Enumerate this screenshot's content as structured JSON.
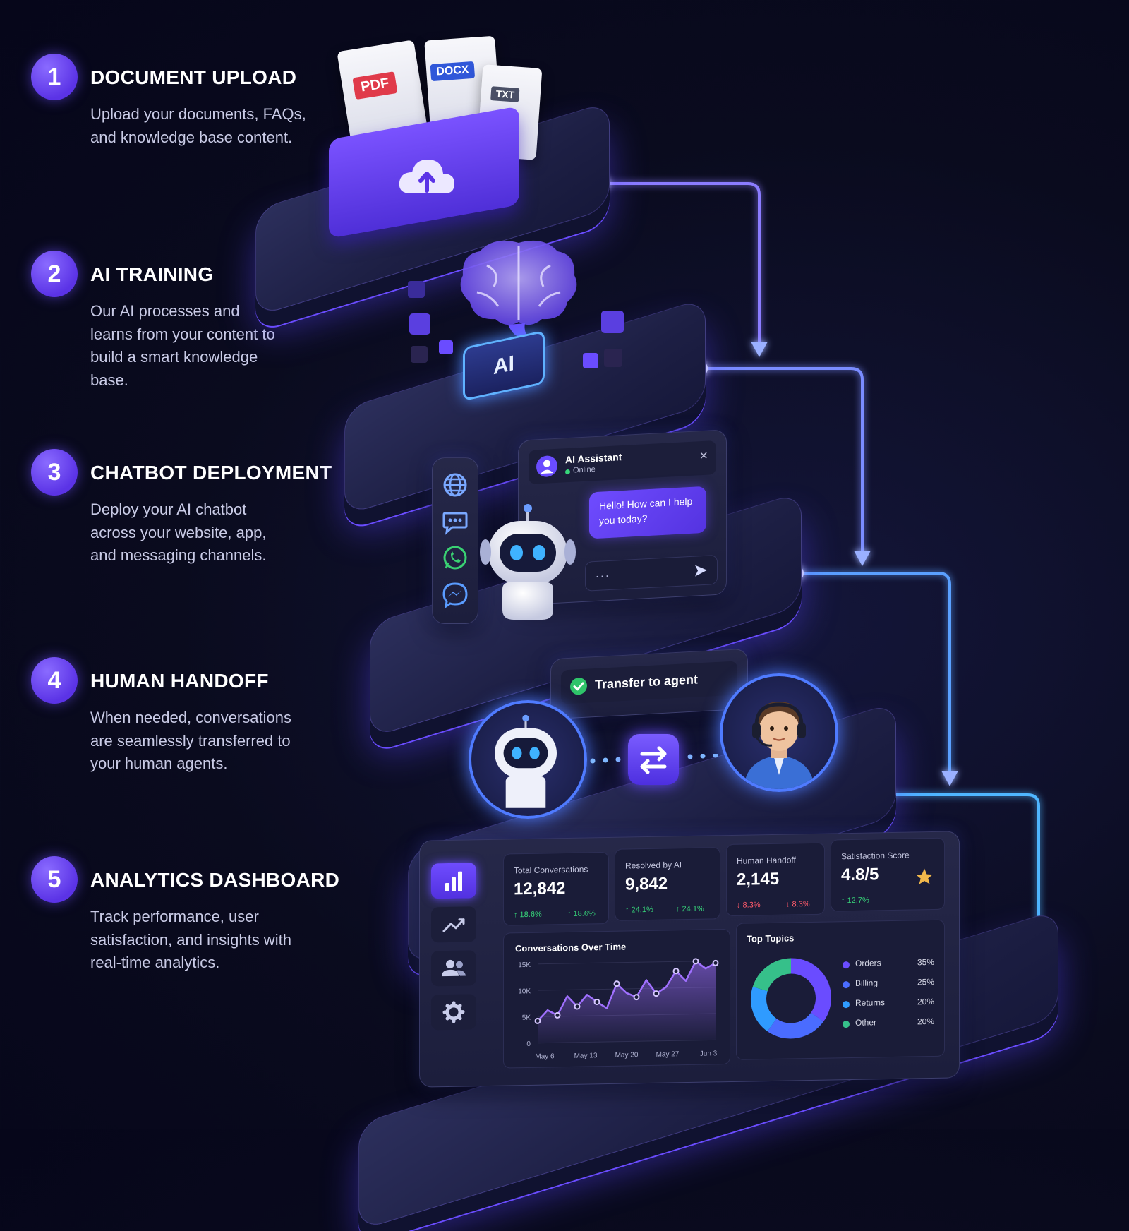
{
  "steps": [
    {
      "num": "1",
      "title": "DOCUMENT UPLOAD",
      "desc": "Upload your documents, FAQs, and knowledge base content."
    },
    {
      "num": "2",
      "title": "AI TRAINING",
      "desc": "Our AI processes and learns from your content to build a smart knowledge base."
    },
    {
      "num": "3",
      "title": "CHATBOT DEPLOYMENT",
      "desc": "Deploy your AI chatbot across your website, app, and messaging channels."
    },
    {
      "num": "4",
      "title": "HUMAN HANDOFF",
      "desc": "When needed, conversations are seamlessly transferred to your human agents."
    },
    {
      "num": "5",
      "title": "ANALYTICS DASHBOARD",
      "desc": "Track performance, user satisfaction, and insights with real-time analytics."
    }
  ],
  "upload": {
    "doc1": "PDF",
    "doc2": "DOCX",
    "doc3": "TXT",
    "icons": [
      "cloud-upload-icon"
    ]
  },
  "training": {
    "chip_label": "AI",
    "icons": [
      "brain-icon"
    ]
  },
  "chat": {
    "assistant_name": "AI Assistant",
    "status": "Online",
    "message": "Hello! How can I help you today?",
    "input_text": "...",
    "channel_icons": [
      "globe-icon",
      "chat-icon",
      "whatsapp-icon",
      "messenger-icon"
    ]
  },
  "handoff": {
    "transfer_label": "Transfer to agent",
    "icons": [
      "swap-arrows-icon",
      "check-circle-icon"
    ]
  },
  "dashboard": {
    "kpis": [
      {
        "label": "Total Conversations",
        "value": "12,842",
        "delta1": "↑ 18.6%",
        "delta2": "↑ 18.6%",
        "trend": "up"
      },
      {
        "label": "Resolved by AI",
        "value": "9,842",
        "delta1": "↑ 24.1%",
        "delta2": "↑ 24.1%",
        "trend": "up"
      },
      {
        "label": "Human Handoff",
        "value": "2,145",
        "delta1": "↓ 8.3%",
        "delta2": "↓ 8.3%",
        "trend": "down"
      },
      {
        "label": "Satisfaction Score",
        "value": "4.8/5",
        "delta1": "↑ 12.7%",
        "delta2": "",
        "trend": "up"
      }
    ],
    "sidebar_icons": [
      "bar-chart-icon",
      "trend-line-icon",
      "users-icon",
      "gear-icon"
    ],
    "colors": {
      "accent": "#6a4cff",
      "up": "#37d67a",
      "down": "#ff5a6a",
      "glow": "#4f7bff"
    }
  },
  "chart_data": [
    {
      "type": "line",
      "title": "Conversations Over Time",
      "x_ticks": [
        "May 6",
        "May 13",
        "May 20",
        "May 27",
        "Jun 3"
      ],
      "y_ticks": [
        "15K",
        "10K",
        "5K",
        "0"
      ],
      "ylim": [
        0,
        15000
      ],
      "values": [
        4200,
        6200,
        5200,
        8800,
        6800,
        9000,
        7600,
        6400,
        11000,
        9200,
        8400,
        11600,
        9000,
        10200,
        13200,
        11300,
        15000,
        13600,
        14600
      ],
      "color": "#a070ff"
    },
    {
      "type": "pie",
      "title": "Top Topics",
      "labels": [
        "Orders",
        "Billing",
        "Returns",
        "Other"
      ],
      "values": [
        35,
        25,
        20,
        20
      ],
      "display": [
        "35%",
        "25%",
        "20%",
        "20%"
      ],
      "colors": [
        "#6a4cff",
        "#4a6cff",
        "#2f9bff",
        "#36c08a"
      ]
    }
  ]
}
